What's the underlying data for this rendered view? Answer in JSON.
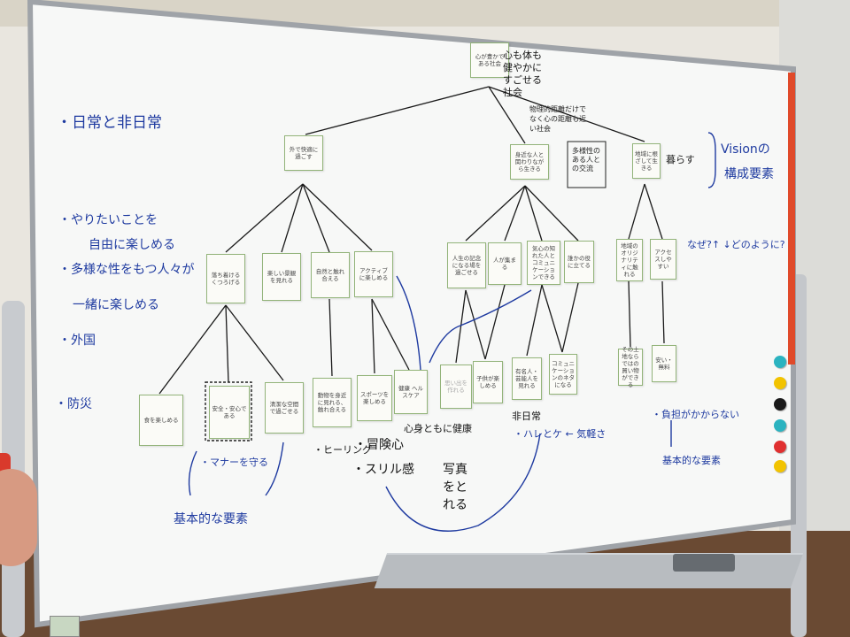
{
  "board": {
    "notes": {
      "n01": "心が豊かである社会",
      "n02": "外で快適に過ごす",
      "n03": "身近な人と関わりながら生きる",
      "n04": "地域に根ざして生きる",
      "n05": "落ち着ける くつろげる",
      "n06": "楽しい景観を見れる",
      "n07": "自然と触れ合える",
      "n08": "アクティブに楽しめる",
      "n09": "人生の記念になる場を過ごせる",
      "n10": "人が集まる",
      "n11": "気心の知れた人とコミュニケーションできる",
      "n12": "誰かの役に立てる",
      "n13": "地域のオリジナリティに触れる",
      "n14": "アクセスしやすい",
      "n15": "食を楽しめる",
      "n16": "安全・安心である",
      "n17": "清潔な空間で過ごせる",
      "n18": "動物を身近に見れる、触れ合える",
      "n19": "スポーツを楽しめる",
      "n20": "健康 ヘルスケア",
      "n21": "思い出を作れる",
      "n22": "子供が楽しめる",
      "n23": "有名人・芸能人を見れる",
      "n24": "コミュニケーションのネタになる",
      "n25": "その土地ならではの買い物ができる",
      "n26": "安い・無料"
    },
    "handwriting": {
      "top_right": "心も体も健やかにすごせる社会",
      "connector_note": "物理的距離だけでなく心の距離も近い社会",
      "boxed_note": "多様性のある人との交流",
      "kurasu": "暮らす",
      "vision": "Visionの",
      "vision_sub": "構成要素",
      "why_how": "なぜ?↑ ↓どのように?",
      "left_1": "・日常と非日常",
      "left_2": "・やりたいことを",
      "left_2b": "自由に楽しめる",
      "left_3": "・多様な性をもつ人々が",
      "left_3b": "一緒に楽しめる",
      "left_4": "・外国",
      "left_5": "・防災",
      "manner": "・マナーを守る",
      "basic_left": "基本的な要素",
      "healing": "・ヒーリング",
      "adventure": "・冒険心",
      "thrill": "・スリル感",
      "heart_body": "心身ともに健康",
      "photo": "写真をとれる",
      "non_daily": "非日常",
      "hare_ke": "・ハレとケ ← 気軽さ",
      "burden": "・負担がかからない",
      "basic_right": "基本的な要素"
    },
    "magnet_colors": [
      "#2bb3c0",
      "#f2c300",
      "#1a1a1a",
      "#2bb3c0",
      "#e03030",
      "#f2c300"
    ],
    "ink_color": "#1e3aa0"
  }
}
